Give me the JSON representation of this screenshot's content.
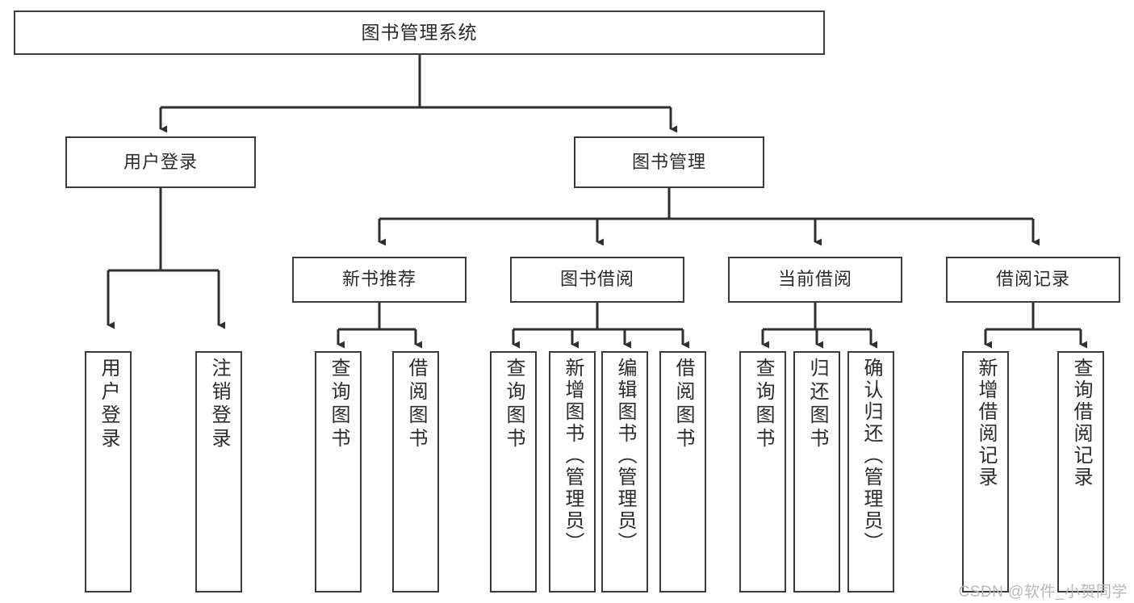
{
  "diagram": {
    "type": "tree-hierarchy",
    "title": "图书管理系统",
    "watermark": "CSDN @软件_小贺同学",
    "colors": {
      "box_border": "#3b3b3b",
      "box_fill": "#ffffff",
      "connector": "#2f2f2f",
      "text": "#2b2b2b",
      "watermark": "#b9b9b9"
    },
    "nodes": {
      "root": {
        "label": "图书管理系统"
      },
      "level2": [
        {
          "id": "user-login",
          "label": "用户登录"
        },
        {
          "id": "book-manage",
          "label": "图书管理"
        }
      ],
      "level3": [
        {
          "id": "new-book-recommend",
          "label": "新书推荐"
        },
        {
          "id": "book-borrow",
          "label": "图书借阅"
        },
        {
          "id": "current-borrow",
          "label": "当前借阅"
        },
        {
          "id": "borrow-record",
          "label": "借阅记录"
        }
      ],
      "leaves": {
        "user-login": [
          {
            "id": "leaf-user-login",
            "label": "用户登录"
          },
          {
            "id": "leaf-logout-login",
            "label": "注销登录"
          }
        ],
        "new-book-recommend": [
          {
            "id": "leaf-query-book-1",
            "label": "查询图书"
          },
          {
            "id": "leaf-borrow-book-1",
            "label": "借阅图书"
          }
        ],
        "book-borrow": [
          {
            "id": "leaf-query-book-2",
            "label": "查询图书"
          },
          {
            "id": "leaf-add-book-admin",
            "label": "新增图书（管理员）"
          },
          {
            "id": "leaf-edit-book-admin",
            "label": "编辑图书（管理员）"
          },
          {
            "id": "leaf-borrow-book-2",
            "label": "借阅图书"
          }
        ],
        "current-borrow": [
          {
            "id": "leaf-query-book-3",
            "label": "查询图书"
          },
          {
            "id": "leaf-return-book",
            "label": "归还图书"
          },
          {
            "id": "leaf-confirm-return-admin",
            "label": "确认归还（管理员）"
          }
        ],
        "borrow-record": [
          {
            "id": "leaf-add-borrow-record",
            "label": "新增借阅记录"
          },
          {
            "id": "leaf-query-borrow-record",
            "label": "查询借阅记录"
          }
        ]
      }
    }
  }
}
